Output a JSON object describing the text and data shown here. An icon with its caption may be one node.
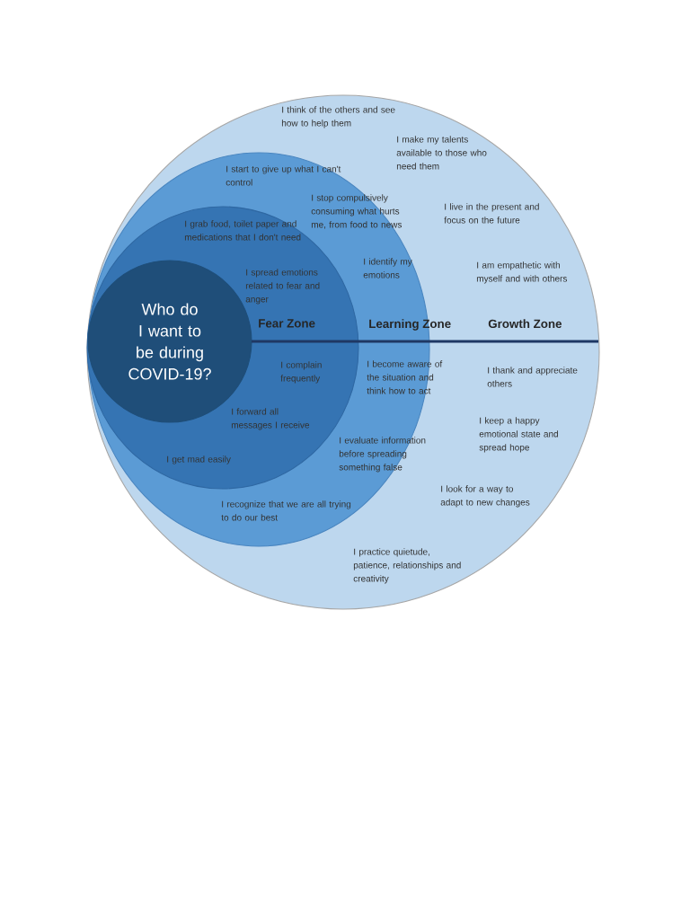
{
  "diagram": {
    "nodes": [
      {
        "text": [
          "I think of the others and see how to help them",
          "I make my talents available to those who need them",
          "I live in the present and focus on the future",
          "I am empathetic with myself and with others",
          "Growth Zone",
          "I thank and appreciate others",
          "I keep a happy emotional state and spread hope",
          "I look for a way to adapt to new changes",
          "I practice quietude, patience, relationships and creativity"
        ]
      },
      {
        "text": [
          "I start to give up what I can't control",
          "I stop compulsively consuming what hurts me, from food to news",
          "I identify my emotions",
          "Learning Zone",
          "I become aware of the situation and think how to act",
          "I evaluate information before spreading something false",
          "I recognize that we are all trying to do our best"
        ],
        "in": 0
      },
      {
        "text": [
          "I grab food, toilet paper and medications that I don't need",
          "I spread emotions related to fear and anger",
          "Fear Zone",
          "I complain frequently",
          "I forward all messages I receive",
          "I get mad easily"
        ],
        "in": 1
      },
      {
        "text": [
          "Who do I want to be during COVID-19?"
        ],
        "in": 2
      }
    ]
  }
}
